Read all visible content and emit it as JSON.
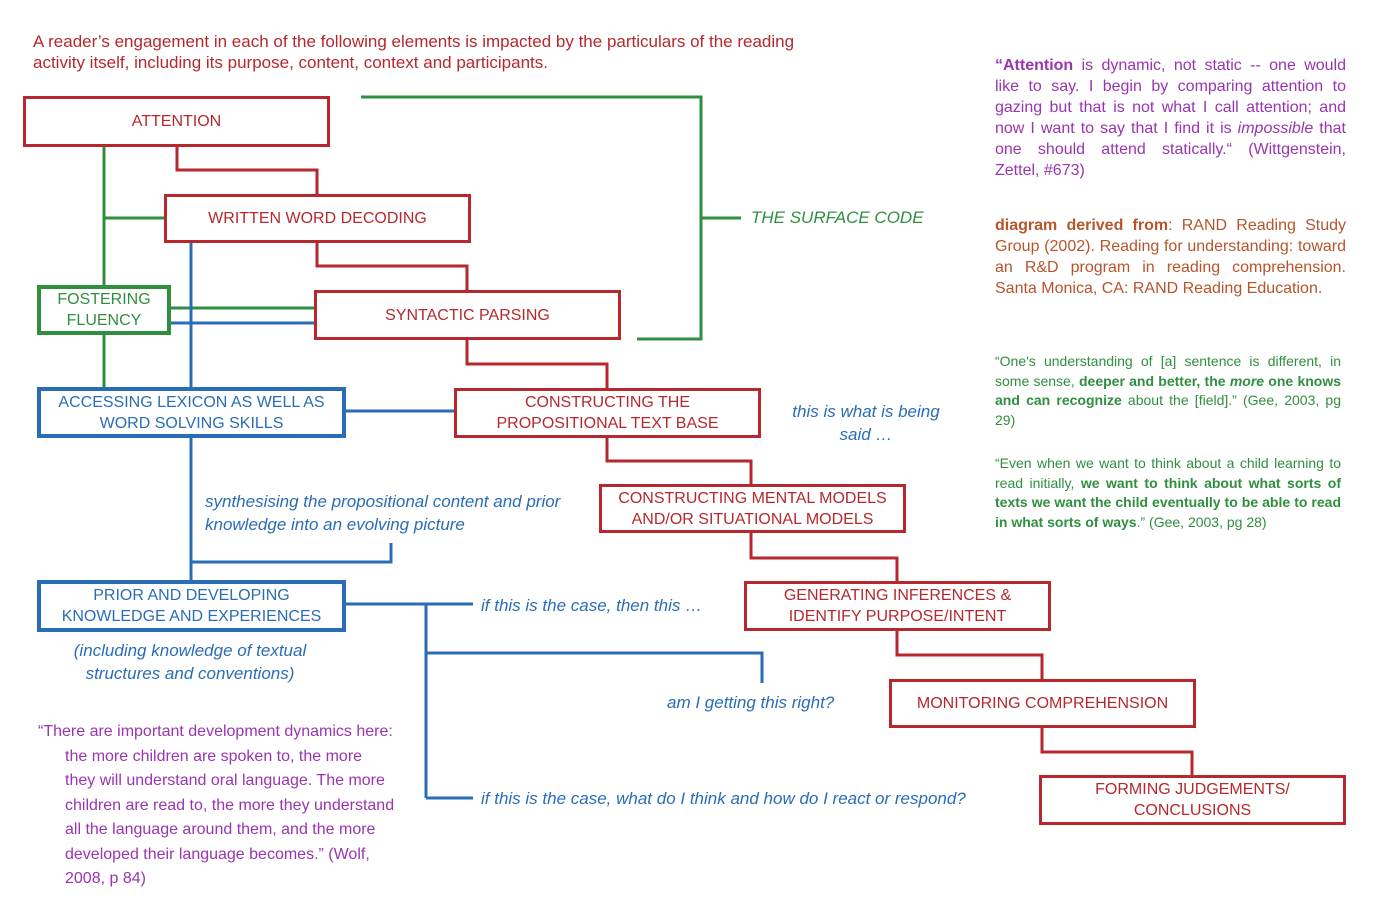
{
  "intro": "A reader’s engagement in each of the following elements is impacted by the particulars of the reading activity itself, including its purpose, content, context and participants.",
  "boxes": {
    "attention": "ATTENTION",
    "decoding": "WRITTEN WORD DECODING",
    "fluency": "FOSTERING FLUENCY",
    "parsing": "SYNTACTIC PARSING",
    "lexicon": "ACCESSING LEXICON AS WELL AS WORD SOLVING SKILLS",
    "textbase": "CONSTRUCTING THE PROPOSITIONAL TEXT BASE",
    "mental": "CONSTRUCTING MENTAL MODELS AND/OR SITUATIONAL MODELS",
    "prior": "PRIOR AND DEVELOPING KNOWLEDGE AND EXPERIENCES",
    "inferences": "GENERATING INFERENCES & IDENTIFY PURPOSE/INTENT",
    "monitoring": "MONITORING COMPREHENSION",
    "judgements": "FORMING JUDGEMENTS/ CONCLUSIONS"
  },
  "labels": {
    "surface_code": "THE SURFACE CODE",
    "being_said": "this is what is being said …",
    "synthesising": "synthesising the propositional content and prior knowledge into an evolving picture",
    "including": "(including knowledge of textual structures and conventions)",
    "if_then": "if this is the case, then this …",
    "getting_right": "am I getting this right?",
    "if_react": "if this is the case, what do I think and how do I react or respond?"
  },
  "quotes": {
    "wittgenstein_bold": "“Attention",
    "wittgenstein_1": " is dynamic, not static -- one would like to say. I begin by comparing attention to gazing but that is not what I call attention; and now I want to say that I find it is ",
    "wittgenstein_em": "impossible",
    "wittgenstein_2": " that one should attend statically.“ (Wittgenstein, Zettel, #673)",
    "rand_bold": "diagram derived from",
    "rand_text": ": RAND Reading Study Group (2002). Reading for understanding: toward an R&D program in reading comprehension. Santa Monica, CA: RAND Reading Education.",
    "gee1_a": "“One's understanding of [a] sentence is different, in some sense, ",
    "gee1_b": "deeper and better, the ",
    "gee1_em": "more",
    "gee1_c": " one knows and can recognize",
    "gee1_d": " about the [field].” (Gee, 2003, pg 29)",
    "gee2_a": "“Even when we want to think about a child learning to read initially, ",
    "gee2_b": "we want to think about what sorts of texts we want the child eventually to be able to read in what sorts of ways",
    "gee2_c": ".” (Gee, 2003, pg 28)",
    "wolf": "“There are important development dynamics here: the more children are spoken to, the more they will understand oral language. The more children are read to, the more they understand all the language around them, and the more developed their language becomes.” (Wolf, 2008, p 84)"
  },
  "colors": {
    "red": "#b5282d",
    "blue": "#2a6db7",
    "green": "#2f8f3f",
    "purple": "#9a34b0",
    "orange": "#b8542a"
  }
}
